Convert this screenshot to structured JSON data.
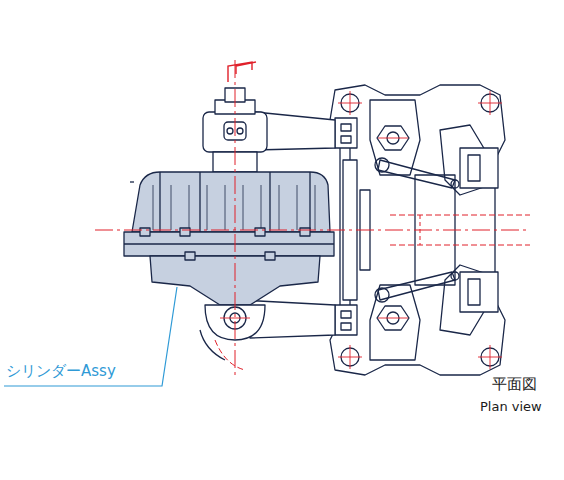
{
  "diagram": {
    "labels": [
      "シリンダーAssy",
      "平面図",
      "Plan view"
    ]
  }
}
